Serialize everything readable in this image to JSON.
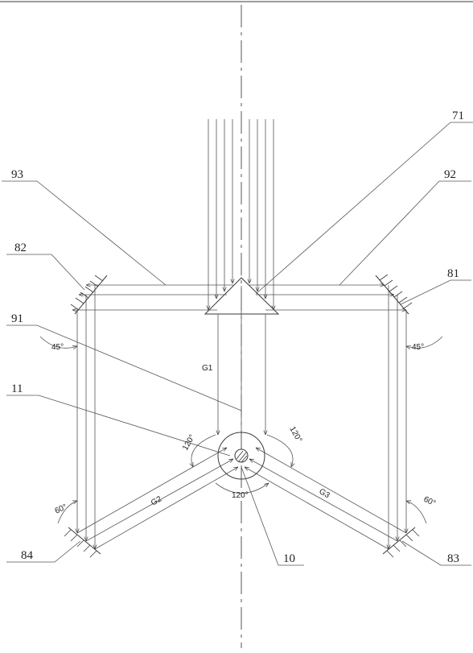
{
  "labels": {
    "l71": "71",
    "l93": "93",
    "l92": "92",
    "l82": "82",
    "l81": "81",
    "l91": "91",
    "l11": "11",
    "l84": "84",
    "l10": "10",
    "l83": "83"
  },
  "beams": {
    "g1": "G1",
    "g2": "G2",
    "g3": "G3"
  },
  "angles": {
    "a45_left": "45°",
    "a45_right": "45°",
    "a60_left": "60°",
    "a60_right": "60°",
    "a120_left": "120°",
    "a120_right": "120°",
    "a120_bottom": "120°"
  }
}
